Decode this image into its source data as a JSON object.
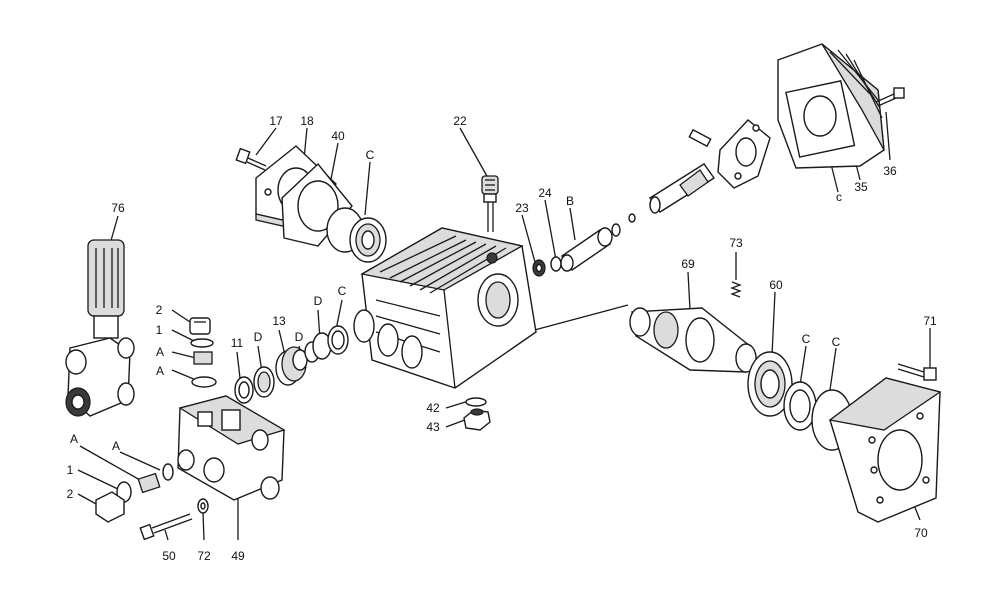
{
  "callouts": {
    "p17": "17",
    "p18": "18",
    "p40": "40",
    "pC1": "C",
    "p22": "22",
    "p23": "23",
    "p24": "24",
    "pB": "B",
    "p36": "36",
    "p35": "35",
    "pc": "c",
    "p76": "76",
    "p73": "73",
    "p69": "69",
    "p60": "60",
    "pC2": "C",
    "pC3": "C",
    "p71": "71",
    "p2a": "2",
    "p1a": "1",
    "pA1": "A",
    "pA2": "A",
    "p11": "11",
    "pD1": "D",
    "p13": "13",
    "pD2": "D",
    "pD3": "D",
    "pC4": "C",
    "p42": "42",
    "p43": "43",
    "pA3": "A",
    "pA4": "A",
    "p1b": "1",
    "p2b": "2",
    "p50": "50",
    "p72": "72",
    "p49": "49",
    "p70": "70"
  },
  "colors": {
    "line": "#1a1a1a",
    "fill": "#ffffff",
    "shade": "#dcdcdc"
  }
}
